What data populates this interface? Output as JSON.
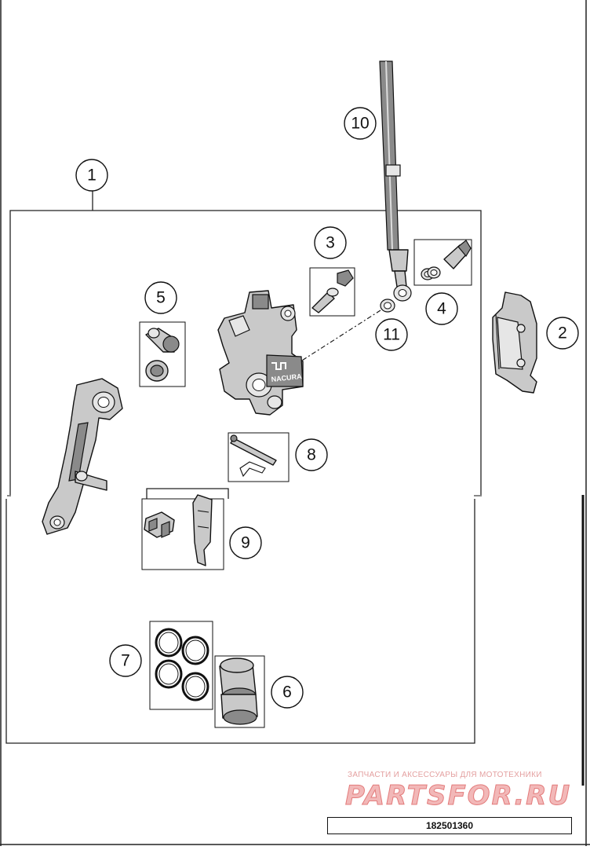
{
  "callouts": [
    {
      "id": "1"
    },
    {
      "id": "2"
    },
    {
      "id": "3"
    },
    {
      "id": "4"
    },
    {
      "id": "5"
    },
    {
      "id": "6"
    },
    {
      "id": "7"
    },
    {
      "id": "8"
    },
    {
      "id": "9"
    },
    {
      "id": "10"
    },
    {
      "id": "11"
    }
  ],
  "caliper_brand": "NACURA",
  "watermark": {
    "tagline": "ЗАПЧАСТИ И АКСЕССУАРЫ ДЛЯ МОТОТЕХНИКИ",
    "logo": "PARTSFOR.RU"
  },
  "reference_number": "182501360"
}
